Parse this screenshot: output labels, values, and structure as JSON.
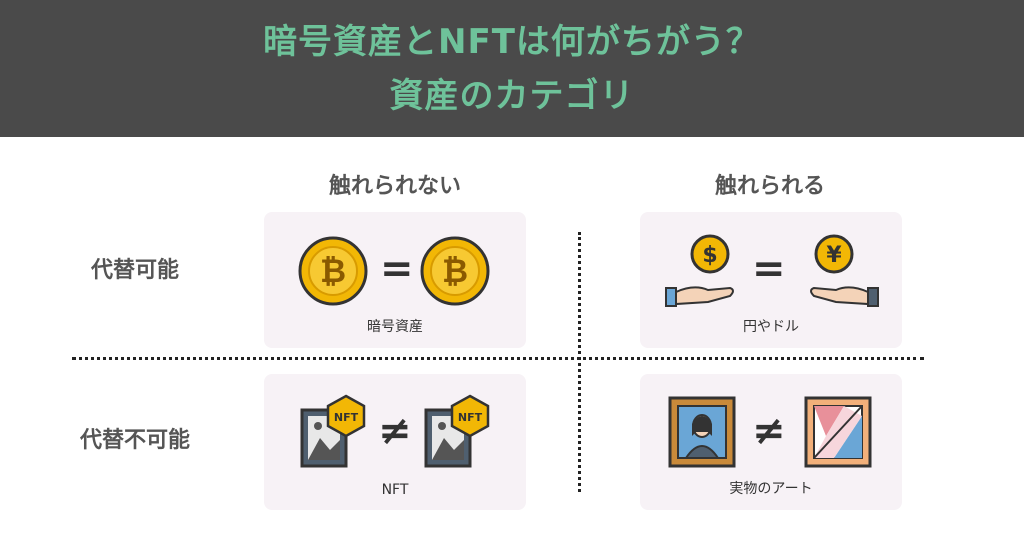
{
  "header": {
    "title_line1": "暗号資産とNFTは何がちがう？",
    "title_line2": "資産のカテゴリ"
  },
  "columns": {
    "intangible": "触れられない",
    "tangible": "触れられる"
  },
  "rows": {
    "fungible": "代替可能",
    "non_fungible": "代替不可能"
  },
  "cells": {
    "crypto": {
      "caption": "暗号資産",
      "symbol": "=",
      "icon_left": "bitcoin-icon",
      "icon_right": "bitcoin-icon"
    },
    "fiat": {
      "caption": "円やドル",
      "symbol": "=",
      "icon_left": "dollar-coin-hand-icon",
      "icon_right": "yen-coin-hand-icon"
    },
    "nft": {
      "caption": "NFT",
      "symbol": "≠",
      "icon_left": "nft-image-icon",
      "icon_right": "nft-image-icon",
      "badge": "NFT"
    },
    "art": {
      "caption": "実物のアート",
      "symbol": "≠",
      "icon_left": "mona-lisa-frame-icon",
      "icon_right": "abstract-art-frame-icon"
    }
  },
  "colors": {
    "header_bg": "#4a4a4a",
    "header_text": "#6ec29a",
    "card_bg": "#f7f2f6",
    "coin_gold": "#f2b705"
  }
}
